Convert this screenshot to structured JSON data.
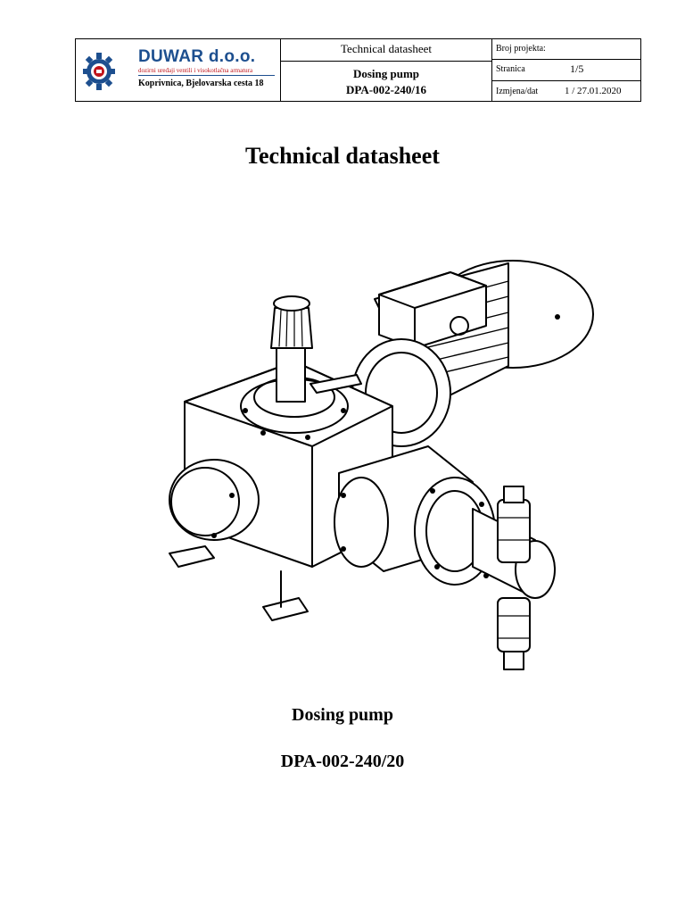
{
  "header": {
    "company_name": "DUWAR d.o.o.",
    "company_tagline": "dozirni uređaji ventili i visokotlačna armatura",
    "company_address": "Koprivnica, Bjelovarska cesta 18",
    "doc_type": "Technical datasheet",
    "product_line1": "Dosing pump",
    "product_line2": "DPA-002-240/16",
    "project_label": "Broj  projekta:",
    "project_value": "",
    "page_label": "Stranica",
    "page_value": "1/5",
    "revision_label": "Izmjena/dat",
    "revision_value": "1 / 27.01.2020",
    "brand_colors": {
      "blue": "#1d4f8f",
      "red": "#c0141b"
    }
  },
  "main": {
    "title": "Technical datasheet",
    "product_name": "Dosing pump",
    "product_model": "DPA-002-240/20"
  },
  "figure": {
    "icon": "dosing-pump-drawing"
  }
}
